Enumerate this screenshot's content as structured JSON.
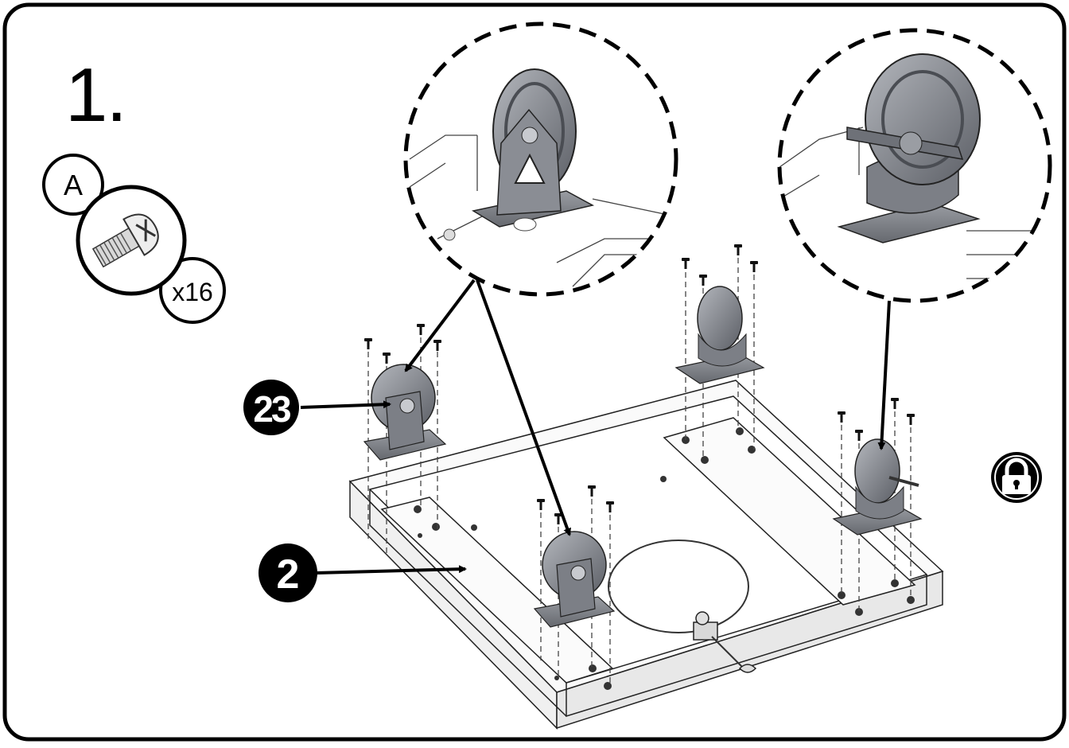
{
  "step": {
    "number": "1."
  },
  "hardware": {
    "letter": "A",
    "quantity": "x16",
    "icon": "screw-icon"
  },
  "callouts": {
    "caster": "23",
    "base": "2"
  },
  "icons": {
    "lock": "lock-icon"
  },
  "colors": {
    "frame": "#000000",
    "metal": "#8a8d94",
    "metal_dark": "#5e6168",
    "base_panel": "#ffffff"
  }
}
